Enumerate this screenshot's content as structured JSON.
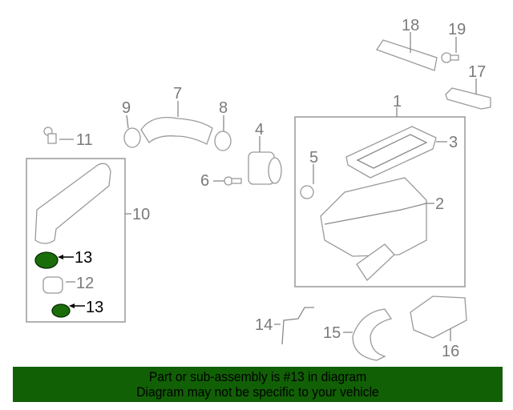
{
  "callouts": {
    "p1": "1",
    "p2": "2",
    "p3": "3",
    "p4": "4",
    "p5": "5",
    "p6": "6",
    "p7": "7",
    "p8": "8",
    "p9": "9",
    "p10": "10",
    "p11": "11",
    "p12": "12",
    "p13a": "13",
    "p13b": "13",
    "p14": "14",
    "p15": "15",
    "p16": "16",
    "p17": "17",
    "p18": "18",
    "p19": "19"
  },
  "highlighted_part": "13",
  "banner": {
    "line1": "Part or sub-assembly is #13 in diagram",
    "line2": "Diagram may not be specific to your vehicle"
  },
  "colors": {
    "banner": "#116005",
    "highlight": "#1a6e0a",
    "line": "#8a8a8a"
  }
}
